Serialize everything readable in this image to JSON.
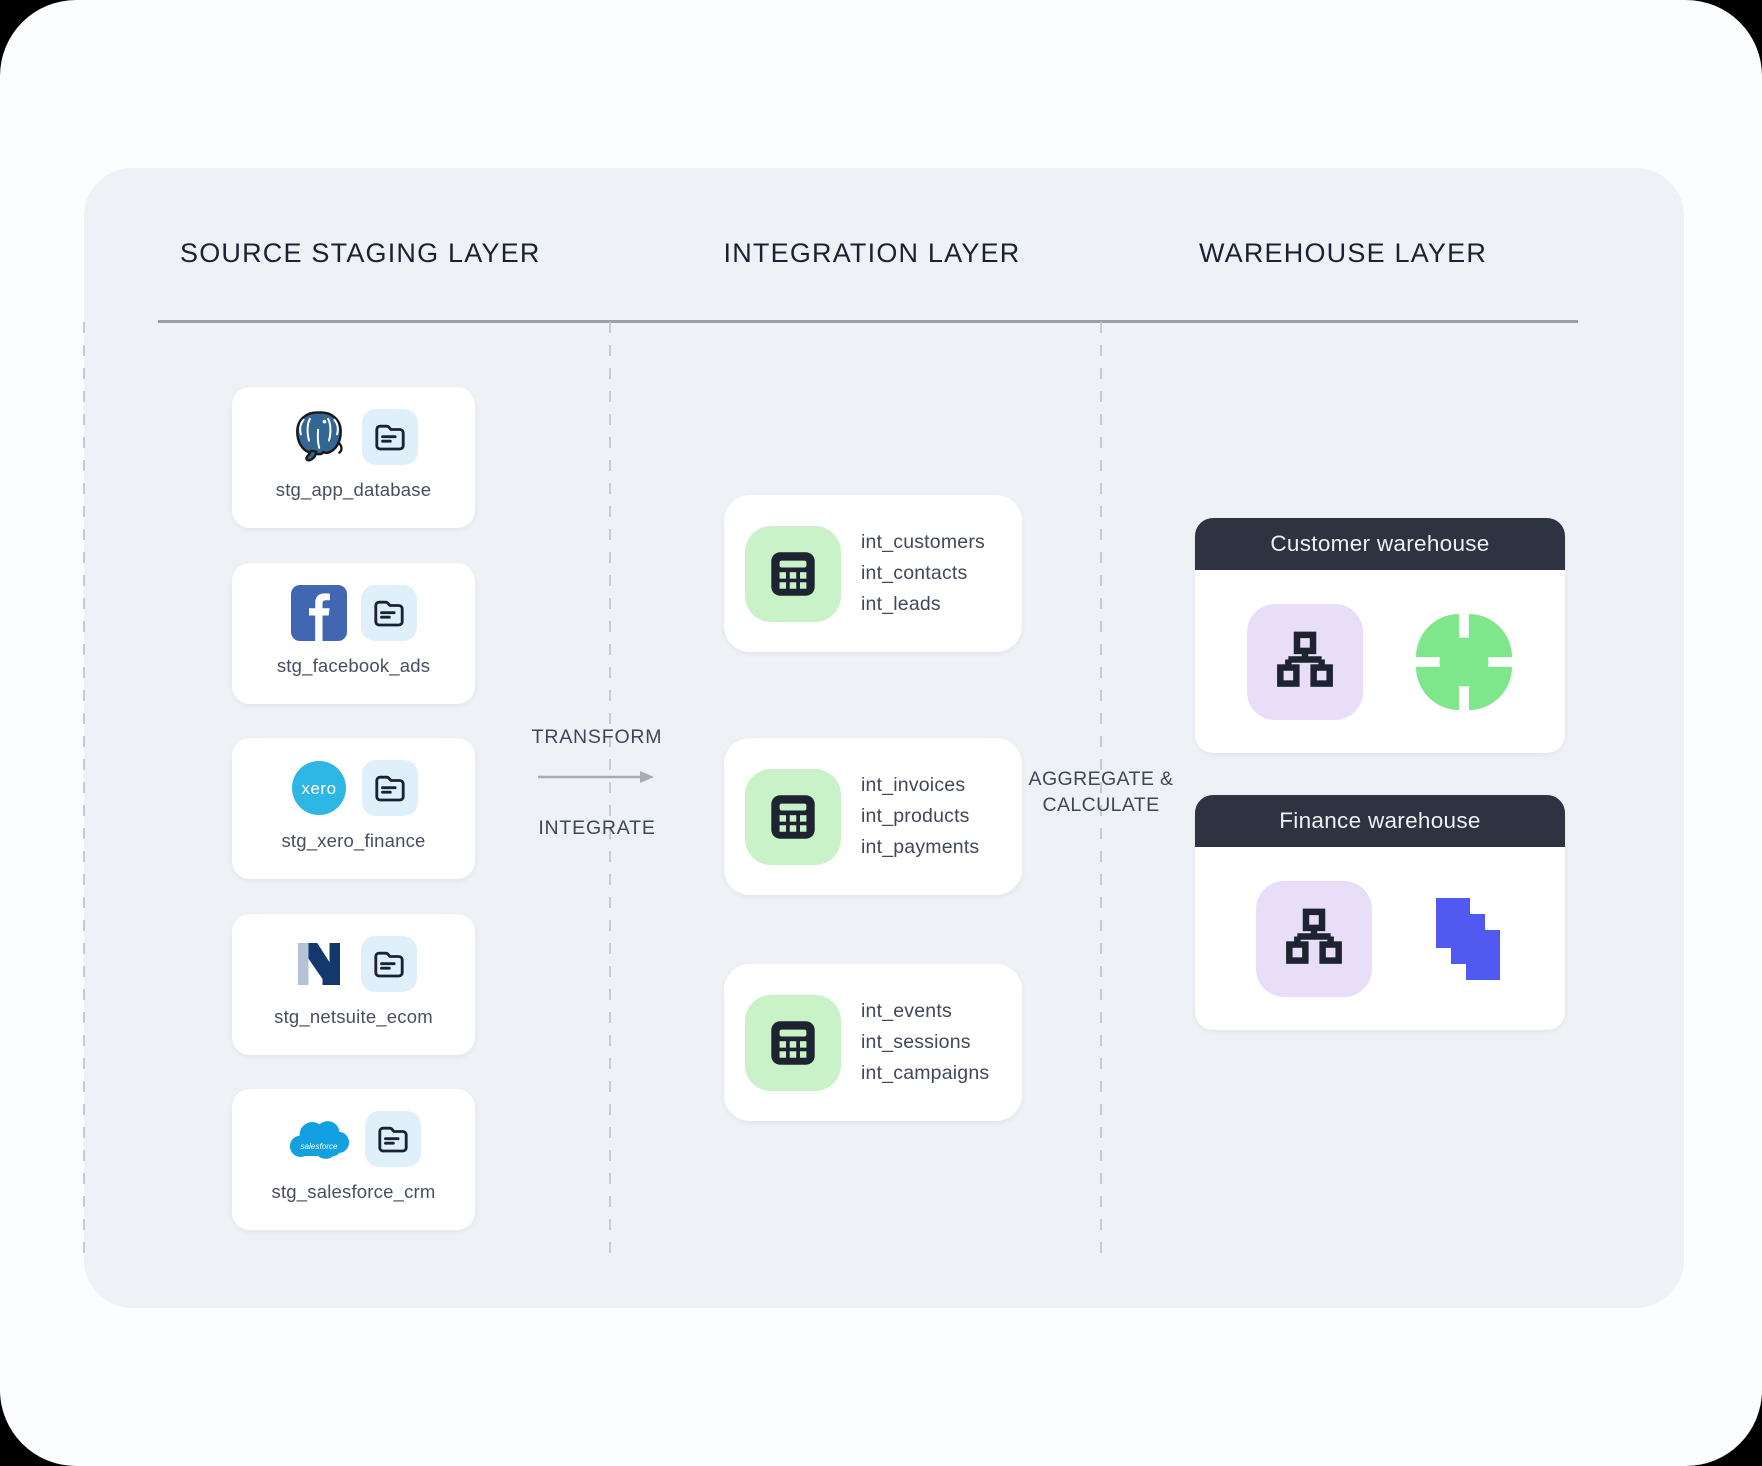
{
  "diagram": {
    "headers": {
      "source": "SOURCE STAGING LAYER",
      "integration": "INTEGRATION LAYER",
      "warehouse": "WAREHOUSE LAYER"
    },
    "flow": {
      "transform": "TRANSFORM",
      "integrate": "INTEGRATE",
      "aggregate": "AGGREGATE & CALCULATE"
    },
    "source_cards": [
      {
        "logo": "postgresql-logo",
        "label": "stg_app_database"
      },
      {
        "logo": "facebook-logo",
        "label": "stg_facebook_ads"
      },
      {
        "logo": "xero-logo",
        "logo_text": "xero",
        "label": "stg_xero_finance"
      },
      {
        "logo": "netsuite-logo",
        "label": "stg_netsuite_ecom"
      },
      {
        "logo": "salesforce-logo",
        "logo_text": "salesforce",
        "label": "stg_salesforce_crm"
      }
    ],
    "integration_cards": [
      {
        "icon": "table-icon",
        "tables": [
          "int_customers",
          "int_contacts",
          "int_leads"
        ]
      },
      {
        "icon": "table-icon",
        "tables": [
          "int_invoices",
          "int_products",
          "int_payments"
        ]
      },
      {
        "icon": "table-icon",
        "tables": [
          "int_events",
          "int_sessions",
          "int_campaigns"
        ]
      }
    ],
    "warehouse_cards": [
      {
        "title": "Customer warehouse",
        "icons": [
          "hierarchy-icon",
          "flower-icon"
        ]
      },
      {
        "title": "Finance warehouse",
        "icons": [
          "hierarchy-icon",
          "stack-icon"
        ]
      }
    ],
    "colors": {
      "panel": "#eef1f6",
      "card": "#ffffff",
      "warehouse_header_bar": "#2d3340",
      "folder_tile": "#dff0fb",
      "table_tile": "#c9f2c8",
      "hierarchy_tile": "#e9def8",
      "flower_green": "#7ee78b",
      "stack_indigo": "#515af0",
      "postgres_blue": "#336791",
      "facebook_blue": "#4267b2",
      "xero_blue": "#2eb7e4",
      "netsuite_navy": "#15386c",
      "netsuite_light": "#b5c2d6",
      "salesforce_blue": "#12a0e0",
      "divider": "#98a0a8",
      "dash": "#c5cbd5",
      "arrow": "#a8acb4"
    }
  }
}
